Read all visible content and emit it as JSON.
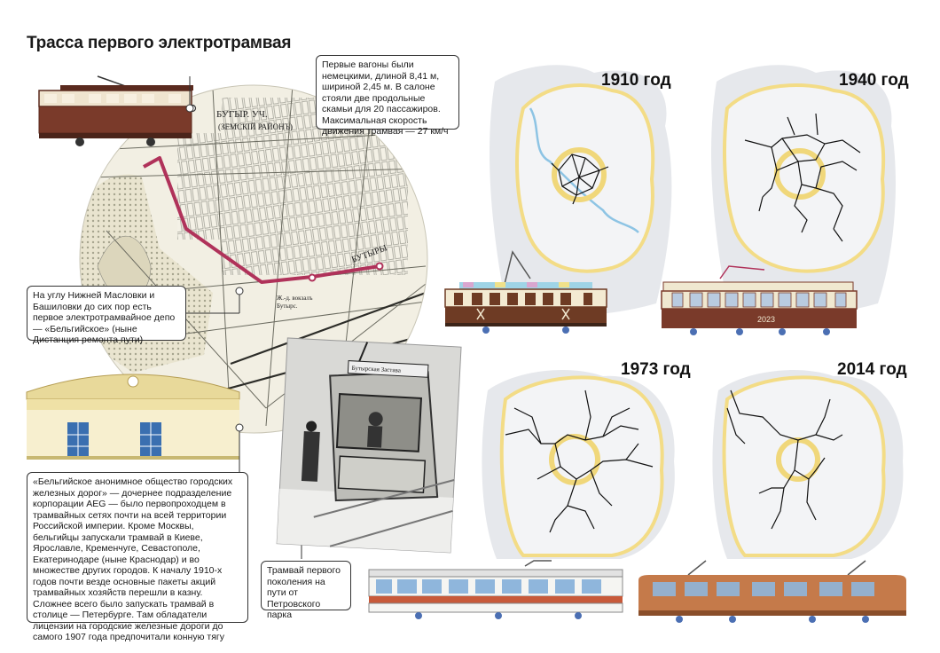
{
  "title": "Трасса первого электротрамвая",
  "map_labels": {
    "district": "БУГЫР. УЧ.",
    "district_sub": "(ЗЕМСКIЙ РАЙОНЪ)",
    "station": "БУТЫРЫ",
    "street1": "Ж.-д. вокзалъ",
    "street2": "Бутырс."
  },
  "notes": {
    "wagons": "Первые вагоны были немецкими, длиной 8,41 м, шириной 2,45 м. В салоне стояли две продольные скамьи для 20 пассажиров. Максимальная скорость движения трамвая — 27 км/ч",
    "depot": "На углу Нижней Масловки и Башиловки до сих пор есть первое электротрамвайное депо — «Бельгийское» (ныне Дистанция ремонта пути)",
    "company": "«Бельгийское анонимное общество городских железных дорог» — дочернее подразделение корпорации AEG — было первопроходцем в трамвайных сетях почти на всей территории Российской империи. Кроме Москвы, бельгийцы запускали трамвай в Киеве, Ярославле, Кременчуге, Севастополе, Екатеринодаре (ныне Краснодар) и во множестве других городов. К началу 1910-х годов почти везде основные пакеты акций трамвайных хозяйств перешли в казну. Сложнее всего было запускать трамвай в столице — Петербурге. Там обладатели лицензии на городские железные дороги до самого 1907 года предпочитали конную тягу",
    "photo": "Трамвай первого поколения на пути от Петровского парка"
  },
  "photo_sign": "Бутырская Застава",
  "years": [
    "1910 год",
    "1940 год",
    "1973 год",
    "2014 год"
  ],
  "tram_2014_number": "2023",
  "colors": {
    "route": "#b0325a",
    "ring": "#f3dc86",
    "ring_inner": "#f0d77a",
    "map_bg": "#e6e8ec",
    "brown": "#7a3a2a",
    "depot_yellow": "#f2e6b4",
    "depot_blue": "#3a6fb0"
  }
}
